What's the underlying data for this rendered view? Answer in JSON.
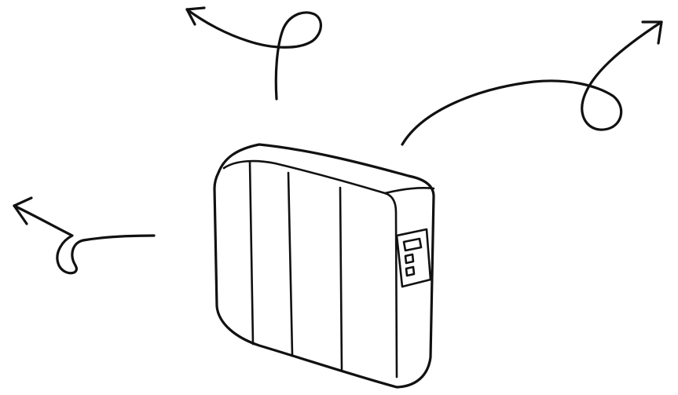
{
  "illustration": {
    "style": "black line drawing on white background",
    "colors": {
      "ink": "#111111",
      "background": "#ffffff"
    },
    "subject": "heater-icon",
    "radiator_sections": 4,
    "heat_arrows": 3
  }
}
